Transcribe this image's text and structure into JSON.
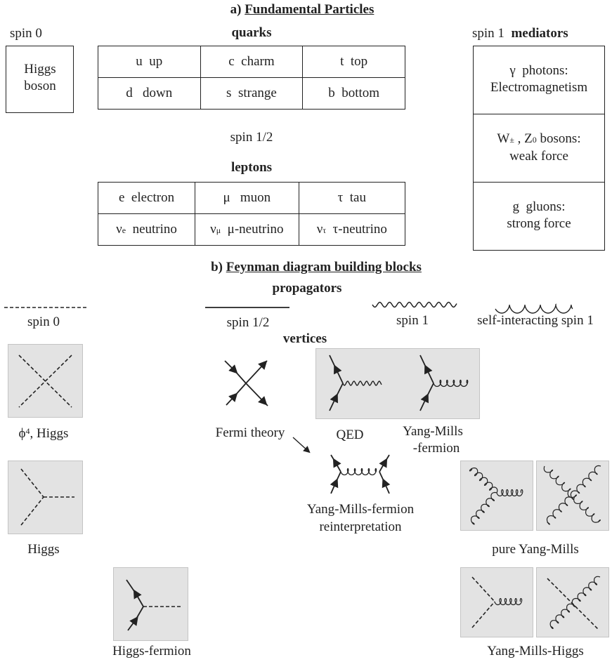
{
  "part_a": {
    "title_prefix": "a)",
    "title": "Fundamental Particles",
    "spin0_label": "spin 0",
    "higgs_line1": "Higgs",
    "higgs_line2": "boson",
    "quarks_label": "quarks",
    "quarks": [
      [
        {
          "sym": "u",
          "name": "up"
        },
        {
          "sym": "c",
          "name": "charm"
        },
        {
          "sym": "t",
          "name": "top"
        }
      ],
      [
        {
          "sym": "d",
          "name": "down"
        },
        {
          "sym": "s",
          "name": "strange"
        },
        {
          "sym": "b",
          "name": "bottom"
        }
      ]
    ],
    "spin_half_label": "spin 1/2",
    "leptons_label": "leptons",
    "leptons_row1": [
      {
        "sym": "e",
        "name": "electron"
      },
      {
        "sym": "μ",
        "name": "muon"
      },
      {
        "sym": "τ",
        "name": "tau"
      }
    ],
    "leptons_row2": [
      {
        "sym": "ν",
        "sub": "e",
        "name": "neutrino"
      },
      {
        "sym": "ν",
        "sub": "μ",
        "name": "μ-neutrino"
      },
      {
        "sym": "ν",
        "sub": "τ",
        "name": "τ-neutrino"
      }
    ],
    "spin1_label": "spin 1",
    "mediators_label": "mediators",
    "mediators": {
      "photon_sym": "γ",
      "photon_name": "photons:",
      "photon_force": "Electromagnetism",
      "w": "W",
      "w_sub": "±",
      "z": ", Z",
      "z_sub": "0",
      "bosons": "bosons:",
      "weak": "weak force",
      "gluon_sym": "g",
      "gluon_name": "gluons:",
      "strong": "strong force"
    }
  },
  "part_b": {
    "title_prefix": "b)",
    "title": "Feynman diagram building blocks",
    "propagators_label": "propagators",
    "propagators": [
      "spin 0",
      "spin 1/2",
      "spin 1",
      "self-interacting spin 1"
    ],
    "vertices_label": "vertices",
    "vertex_labels": {
      "phi4": "ϕ",
      "phi4_sup": "4",
      "phi4_rest": ", Higgs",
      "higgs": "Higgs",
      "higgs_fermion": "Higgs-fermion",
      "fermi": "Fermi theory",
      "qed": "QED",
      "ym_fermion_1": "Yang-Mills",
      "ym_fermion_2": "-fermion",
      "reinterp_1": "Yang-Mills-fermion",
      "reinterp_2": "reinterpretation",
      "pure_ym": "pure Yang-Mills",
      "ym_higgs": "Yang-Mills-Higgs"
    }
  }
}
